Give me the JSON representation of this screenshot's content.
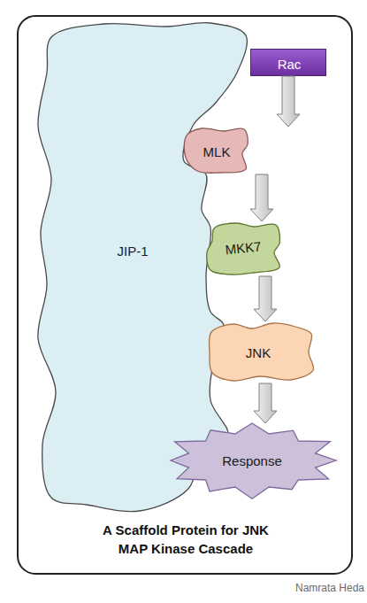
{
  "diagram": {
    "caption": "A Scaffold Protein for JNK MAP Kinase Cascade",
    "nodes": [
      {
        "text": [
          "Rac"
        ]
      },
      {
        "text": [
          "JIP-1"
        ]
      },
      {
        "text": [
          "MLK"
        ]
      },
      {
        "text": [
          "MKK7"
        ]
      },
      {
        "text": [
          "JNK"
        ]
      },
      {
        "text": [
          "Response"
        ]
      }
    ],
    "edges": [
      {
        "from": 0,
        "to": 2,
        "arrow": "to"
      },
      {
        "from": 2,
        "to": 3,
        "arrow": "to"
      },
      {
        "from": 3,
        "to": 4,
        "arrow": "to"
      },
      {
        "from": 4,
        "to": 5,
        "arrow": "to"
      }
    ],
    "labels": [
      "Namrata Heda"
    ]
  }
}
